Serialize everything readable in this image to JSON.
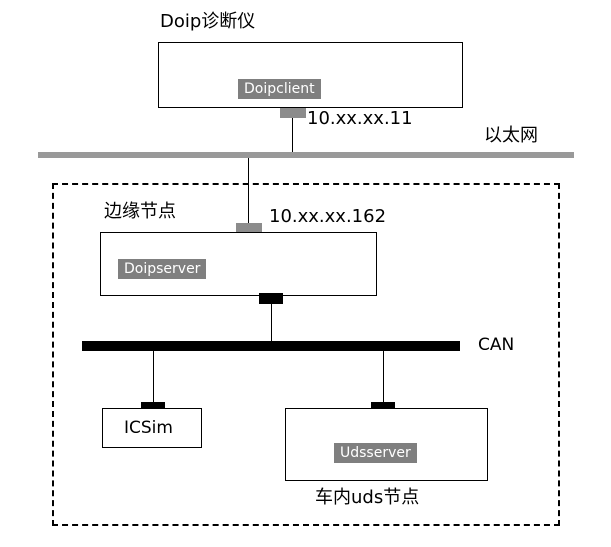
{
  "diagnostic_tool": {
    "title": "Doip诊断仪",
    "app_label": "Doipclient",
    "ip": "10.xx.xx.11"
  },
  "ethernet": {
    "label": "以太网"
  },
  "edge_node": {
    "title": "边缘节点",
    "ip": "10.xx.xx.162",
    "app_label": "Doipserver"
  },
  "can_bus": {
    "label": "CAN"
  },
  "icsim": {
    "label": "ICSim"
  },
  "uds_node": {
    "app_label": "Udsserver",
    "title": "车内uds节点"
  },
  "colors": {
    "tag_bg": "#7f7f7f",
    "port_gray": "#8c8c8c",
    "ethernet_bar": "#999999",
    "can_bar": "#000000"
  }
}
